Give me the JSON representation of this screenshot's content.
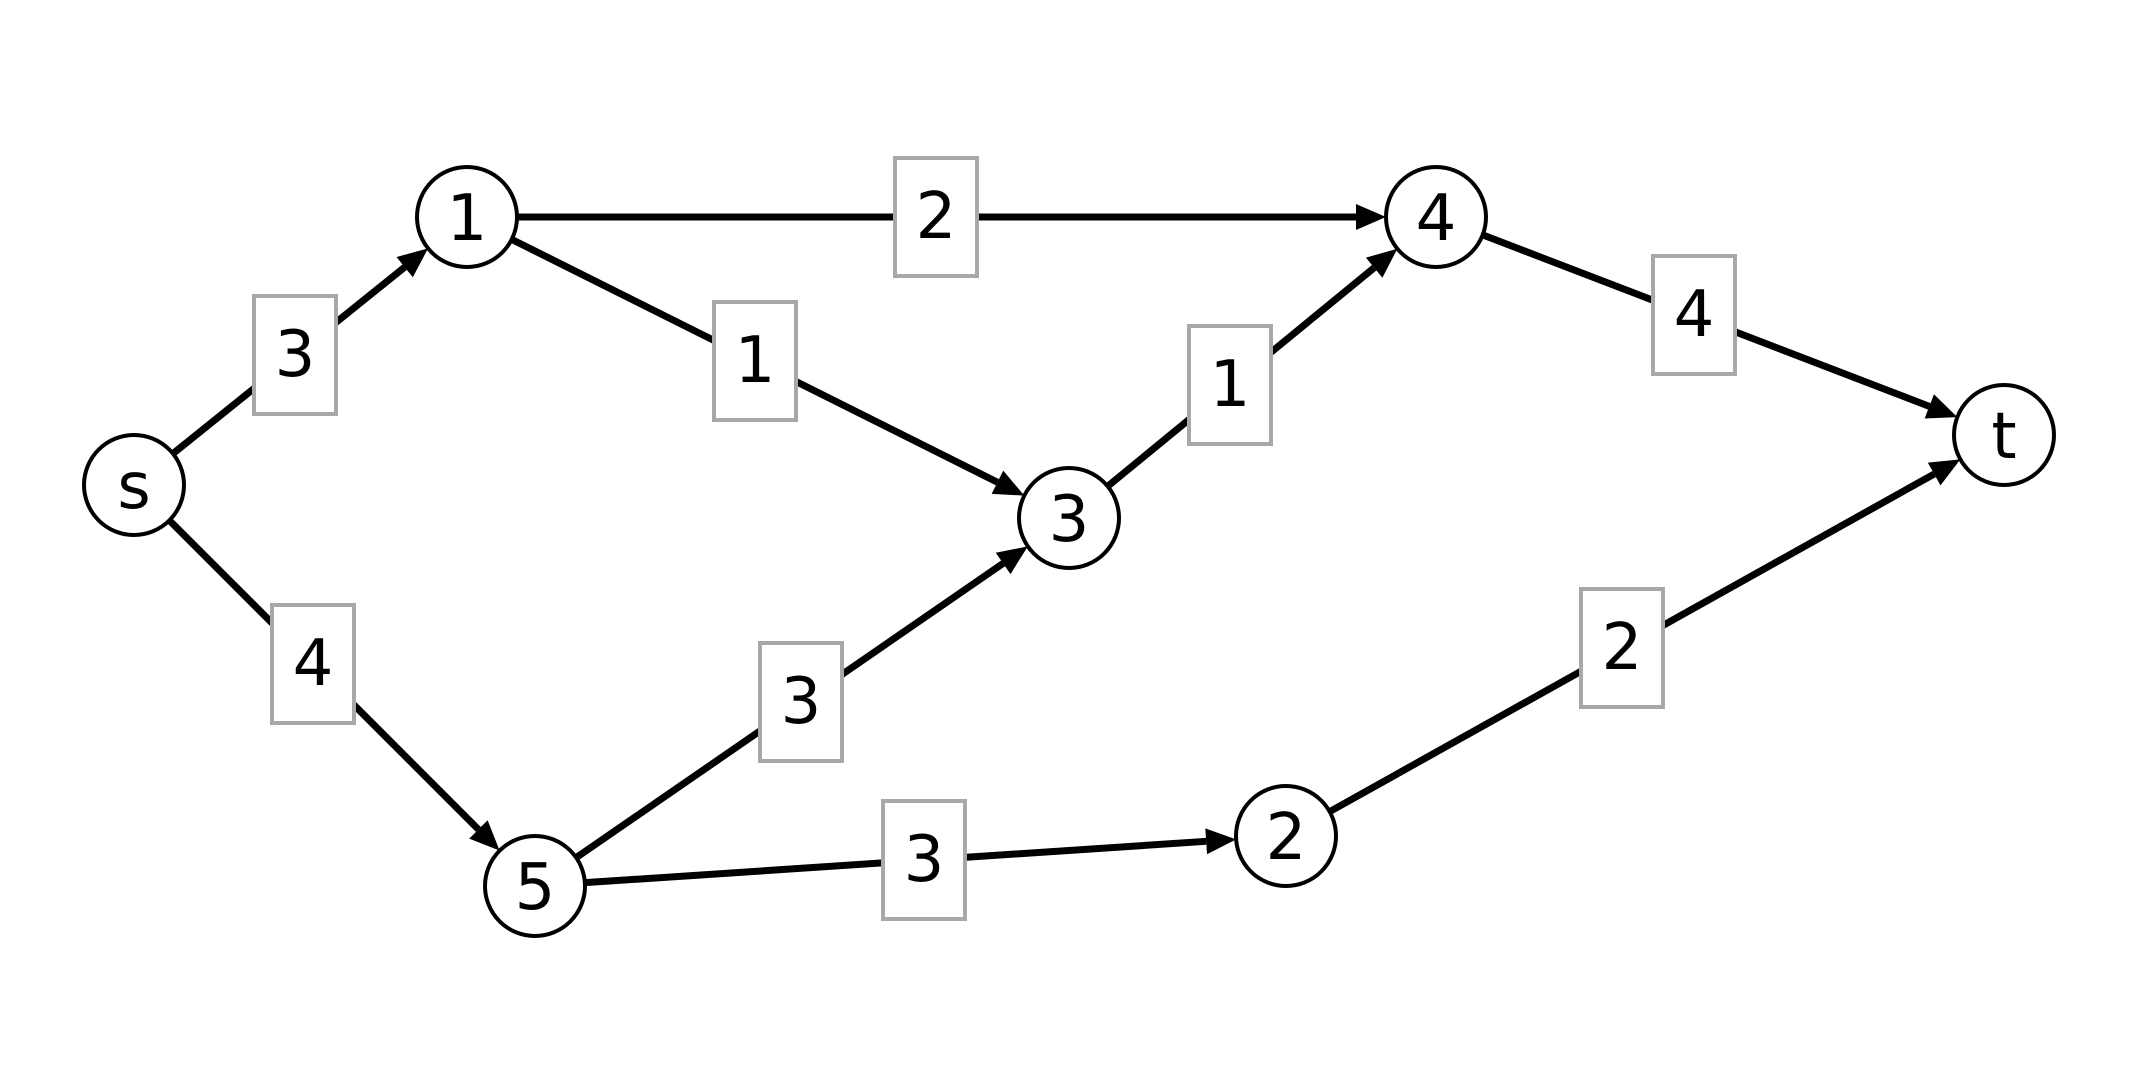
{
  "graph": {
    "nodes": [
      {
        "id": "s",
        "label": "s"
      },
      {
        "id": "n1",
        "label": "1"
      },
      {
        "id": "n3",
        "label": "3"
      },
      {
        "id": "n4",
        "label": "4"
      },
      {
        "id": "n5",
        "label": "5"
      },
      {
        "id": "n2",
        "label": "2"
      },
      {
        "id": "t",
        "label": "t"
      }
    ],
    "edges": [
      {
        "from": "s",
        "to": "n1",
        "weight": "3"
      },
      {
        "from": "s",
        "to": "n5",
        "weight": "4"
      },
      {
        "from": "n1",
        "to": "n4",
        "weight": "2"
      },
      {
        "from": "n1",
        "to": "n3",
        "weight": "1"
      },
      {
        "from": "n3",
        "to": "n4",
        "weight": "1"
      },
      {
        "from": "n5",
        "to": "n3",
        "weight": "3"
      },
      {
        "from": "n5",
        "to": "n2",
        "weight": "3"
      },
      {
        "from": "n4",
        "to": "t",
        "weight": "4"
      },
      {
        "from": "n2",
        "to": "t",
        "weight": "2"
      }
    ]
  }
}
